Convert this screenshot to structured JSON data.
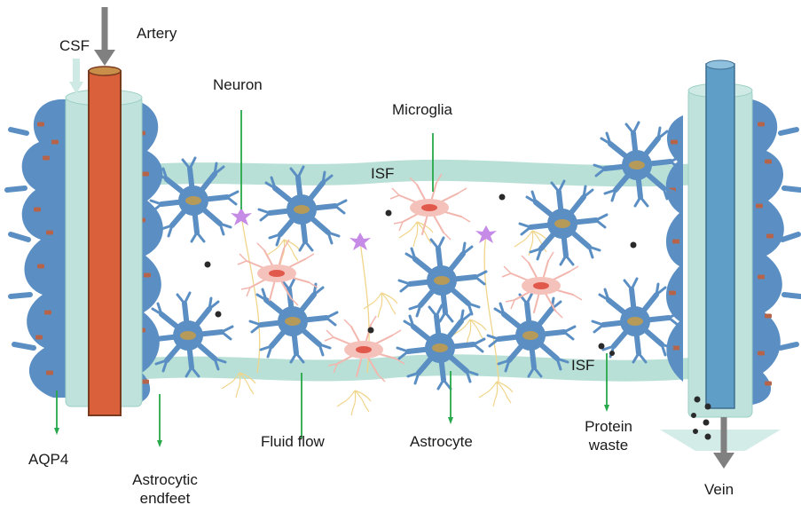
{
  "labels": {
    "artery": "Artery",
    "csf": "CSF",
    "neuron": "Neuron",
    "microglia": "Microglia",
    "isf_top": "ISF",
    "isf_bottom": "ISF",
    "aqp4": "AQP4",
    "astrocytic_endfeet_line1": "Astrocytic",
    "astrocytic_endfeet_line2": "endfeet",
    "fluid_flow": "Fluid flow",
    "astrocyte": "Astrocyte",
    "protein_waste_line1": "Protein",
    "protein_waste_line2": "waste",
    "vein": "Vein"
  },
  "colors": {
    "astrocyte_blue": "#5b8fc4",
    "vessel_wall": "#bfe3dc",
    "isf_band": "#b9e0d6",
    "artery_lumen": "#d9603b",
    "vein_lumen": "#5f9ec7",
    "microglia_pink": "#f2b6ae",
    "neuron_purple": "#c58be6",
    "pointer_green": "#27a84a",
    "flow_arrow_gray": "#808080",
    "aqp4_dot": "#b5644a",
    "waste_dot": "#2a2a2a"
  },
  "icons": [
    "down-arrow-icon",
    "astrocyte-cell-icon",
    "microglia-cell-icon",
    "neuron-cell-icon",
    "protein-waste-particle-icon"
  ]
}
